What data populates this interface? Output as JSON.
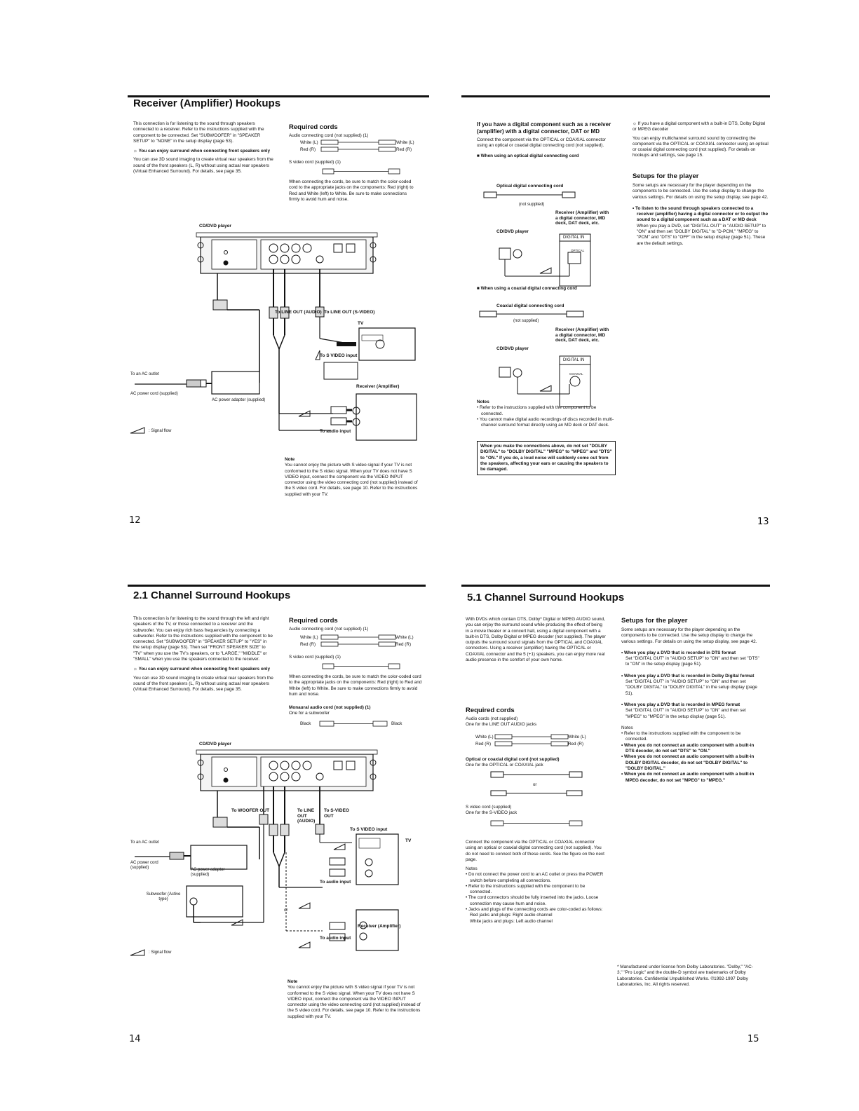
{
  "p12": {
    "title": "Receiver (Amplifier) Hookups",
    "intro": "This connection is for listening to the sound through speakers connected to a receiver. Refer to the instructions supplied with the component to be connected. Set \"SUBWOOFER\" in \"SPEAKER SETUP\" to \"NONE\" in the setup display (page 53).",
    "tip_title": "You can enjoy surround when connecting front speakers only",
    "tip_text": "You can use 3D sound imaging to create virtual rear speakers from the sound of the front speakers (L, R) without using actual rear speakers (Virtual Enhanced Surround). For details, see page 35.",
    "req_title": "Required cords",
    "req_audio": "Audio connecting cord (not supplied) (1)",
    "white_l": "White (L)",
    "red_r": "Red (R)",
    "red_r2": "Red (R)",
    "white_l2": "White (L)",
    "svideo_cord": "S video cord (supplied) (1)",
    "req_note": "When connecting the cords, be sure to match the color-coded cord to the appropriate jacks on the components: Red (right) to Red and White (left) to White. Be sure to make connections firmly to avoid hum and noise.",
    "player_label": "CD/DVD player",
    "to_line_out_audio": "To LINE OUT (AUDIO)",
    "to_line_out_svideo": "To LINE OUT (S-VIDEO)",
    "tv": "TV",
    "to_svideo_input": "To S VIDEO input",
    "to_ac": "To an AC outlet",
    "ac_cord": "AC power cord (supplied)",
    "ac_adaptor": "AC power adaptor (supplied)",
    "receiver": "Receiver (Amplifier)",
    "to_audio_input": "To audio input",
    "signal_flow": ": Signal flow",
    "note_title": "Note",
    "note_text": "You cannot enjoy the picture with S video signal if your TV is not conformed to the S video signal. When your TV does not have S VIDEO input, connect the component via the VIDEO INPUT connector using the video connecting cord (not supplied) instead of the S video cord. For details, see page 10. Refer to the instructions supplied with your TV.",
    "page_number": "12"
  },
  "p13": {
    "digital_title": "If you have a digital component such as a receiver (amplifier) with a digital connector, DAT or MD",
    "digital_text": "Connect the component via the OPTICAL or COAXIAL connector using an optical or coaxial digital connecting cord (not supplied).",
    "optical_bullet": "When using an optical digital connecting cord",
    "optical_cord": "Optical digital connecting cord",
    "not_supplied": "(not supplied)",
    "receiver_digital": "Receiver (Amplifier) with a digital connector, MD deck, DAT deck, etc.",
    "player": "CD/DVD player",
    "digital_in": "DIGITAL IN",
    "optical": "OPTICAL",
    "coaxial_bullet": "When using a coaxial digital connecting cord",
    "coaxial_cord": "Coaxial digital connecting cord",
    "not_supplied2": "(not supplied)",
    "receiver_digital2": "Receiver (Amplifier) with a digital connector, MD deck, DAT deck, etc.",
    "player2": "CD/DVD player",
    "digital_in2": "DIGITAL IN",
    "coaxial": "COAXIAL",
    "notes_title": "Notes",
    "note1": "Refer to the instructions supplied with the component to be connected.",
    "note2": "You cannot make digital audio recordings of discs recorded in multi-channel surround format directly using an MD deck or DAT deck.",
    "warning": "When you make the connections above, do not set \"DOLBY DIGITAL\" to \"DOLBY DIGITAL\" \"MPEG\" to \"MPEG\" and \"DTS\" to \"ON.\" If you do, a loud noise will suddenly come out from the speakers, affecting your ears or causing the speakers to be damaged.",
    "tip": "If you have a digital component with a built-in DTS, Dolby Digital or MPEG decoder",
    "tip_text": "You can enjoy multichannel surround sound by connecting the component via the OPTICAL or COAXIAL connector using an optical or coaxial digital connecting cord (not supplied). For details on hookups and settings, see page 15.",
    "setups_title": "Setups for the player",
    "setups_text": "Some setups are necessary for the player depending on the components to be connected. Use the setup display to change the various settings. For details on using the setup display, see page 42.",
    "listen_title": "To listen to the sound through speakers connected to a receiver (amplifier) having a digital connector or to output the sound to a digital component such as a DAT or MD deck",
    "listen_text": "When you play a DVD, set \"DIGITAL OUT\" in \"AUDIO SETUP\" to \"ON\" and then set \"DOLBY DIGITAL\" to \"D-PCM,\" \"MPEG\" to \"PCM\" and \"DTS\" to \"OFF\" in the setup display (page 51). These are the default settings.",
    "page_number": "13"
  },
  "p14": {
    "title": "2.1 Channel Surround Hookups",
    "intro": "This connection is for listening to the sound through the left and right speakers of the TV, or those connected to a receiver and the subwoofer. You can enjoy rich bass frequencies by connecting a subwoofer. Refer to the instructions supplied with the component to be connected. Set \"SUBWOOFER\" in \"SPEAKER SETUP\" to \"YES\" in the setup display (page 53). Then set \"FRONT SPEAKER SIZE\" to \"TV\" when you use the TV's speakers, or to \"LARGE,\" \"MIDDLE\" or \"SMALL\" when you use the speakers connected to the receiver.",
    "tip_title": "You can enjoy surround when connecting front speakers only",
    "tip_text": "You can use 3D sound imaging to create virtual rear speakers from the sound of the front speakers (L, R) without using actual rear speakers (Virtual Enhanced Surround). For details, see page 35.",
    "req_title": "Required cords",
    "req_audio": "Audio connecting cord (not supplied) (1)",
    "white_l": "White (L)",
    "red_r": "Red (R)",
    "white_l2": "White (L)",
    "red_r2": "Red (R)",
    "svideo_cord": "S video cord (supplied) (1)",
    "req_note": "When connecting the cords, be sure to match the color-coded cord to the appropriate jacks on the components: Red (right) to Red and White (left) to White. Be sure to make connections firmly to avoid hum and noise.",
    "mono_cord": "Monaural audio cord (not supplied) (1)",
    "mono_for": "One for a subwoofer",
    "black": "Black",
    "black2": "Black",
    "player_label": "CD/DVD player",
    "to_woofer_out": "To WOOFER OUT",
    "to_line_out_audio": "To LINE OUT (AUDIO)",
    "to_svideo": "To S-VIDEO OUT",
    "to_svideo_input": "To S VIDEO input",
    "tv": "TV",
    "to_ac": "To an AC outlet",
    "ac_cord": "AC power cord (supplied)",
    "ac_adaptor": "AC power adaptor (supplied)",
    "to_audio_input": "To audio input",
    "or": "or",
    "receiver": "Receiver (Amplifier)",
    "to_audio_input2": "To audio input",
    "subwoofer": "Subwoofer (Active type)",
    "signal_flow": ": Signal flow",
    "note_title": "Note",
    "note_text": "You cannot enjoy the picture with S video signal if your TV is not conformed to the S video signal. When your TV does not have S VIDEO input, connect the component via the VIDEO INPUT connector using the video connecting cord (not supplied) instead of the S video cord. For details, see page 10. Refer to the instructions supplied with your TV.",
    "page_number": "14"
  },
  "p15": {
    "title": "5.1 Channel Surround Hookups",
    "intro": "With DVDs which contain DTS, Dolby* Digital or MPEG AUDIO sound, you can enjoy the surround sound while producing the effect of being in a movie theater or a concert hall, using a digital component with a built-in DTS, Dolby Digital or MPEG decoder (not supplied). The player outputs the surround sound signals from the OPTICAL and COAXIAL connectors. Using a receiver (amplifier) having the OPTICAL or COAXIAL connector and the 5 (+1) speakers, you can enjoy more real audio presence in the comfort of your own home.",
    "req_title": "Required cords",
    "audio_cords": "Audio cords (not supplied)",
    "audio_for": "One for the LINE OUT AUDIO jacks",
    "white_l": "White (L)",
    "red_r": "Red (R)",
    "white_l2": "White (L)",
    "red_r2": "Red (R)",
    "opt_cord": "Optical or coaxial digital cord (not supplied)",
    "opt_for": "One for the OPTICAL or COAXIAL jack",
    "or": "or",
    "svideo_cord": "S video cord (supplied)",
    "svideo_for": "One for the S-VIDEO jack",
    "connect_text": "Connect the component via the OPTICAL or COAXIAL connector using an optical or coaxial digital connecting cord (not supplied). You do not need to connect both of these cords. See the figure on the next page.",
    "notes_title": "Notes",
    "n1": "Do not connect the power cord to an AC outlet or press the POWER switch before completing all connections.",
    "n2": "Refer to the instructions supplied with the component to be connected.",
    "n3": "The cord connectors should be fully inserted into the jacks. Loose connection may cause hum and noise.",
    "n4": "Jacks and plugs of the connecting cords are color-coded as follows:",
    "n4a": "Red jacks and plugs: Right audio channel",
    "n4b": "White jacks and plugs: Left audio channel",
    "setups_title": "Setups for the player",
    "setups_text": "Some setups are necessary for the player depending on the components to be connected. Use the setup display to change the various settings. For details on using the setup display, see page 42.",
    "s1_title": "When you play a DVD that is recorded in DTS format",
    "s1_text": "Set \"DIGITAL OUT\" in \"AUDIO SETUP\" to \"ON\" and then set \"DTS\" to \"ON\" in the setup display (page 51).",
    "s2_title": "When you play a DVD that is recorded in Dolby Digital format",
    "s2_text": "Set \"DIGITAL OUT\" in \"AUDIO SETUP\" to \"ON\" and then set \"DOLBY DIGITAL\" to \"DOLBY DIGITAL\" in the setup display (page 51).",
    "s3_title": "When you play a DVD that is recorded in MPEG format",
    "s3_text": "Set \"DIGITAL OUT\" in \"AUDIO SETUP\" to \"ON\" and then set \"MPEG\" to \"MPEG\" in the setup display (page 51).",
    "notes2_title": "Notes",
    "m1": "Refer to the instructions supplied with the component to be connected.",
    "m2": "When you do not connect an audio component with a built-in DTS decoder, do not set \"DTS\" to \"ON.\"",
    "m3": "When you do not connect an audio component with a built-in DOLBY DIGITAL decoder, do not set \"DOLBY DIGITAL\" to \"DOLBY DIGITAL.\"",
    "m4": "When you do not connect an audio component with a built-in MPEG decoder, do not set \"MPEG\" to \"MPEG.\"",
    "footnote": "* Manufactured under license from Dolby Laboratories. \"Dolby,\" \"AC-3,\" \"Pro Logic\" and the double-D symbol are trademarks of Dolby Laboratories. Confidential Unpublished Works. ©1992-1997 Dolby Laboratories, Inc. All rights reserved.",
    "page_number": "15"
  }
}
